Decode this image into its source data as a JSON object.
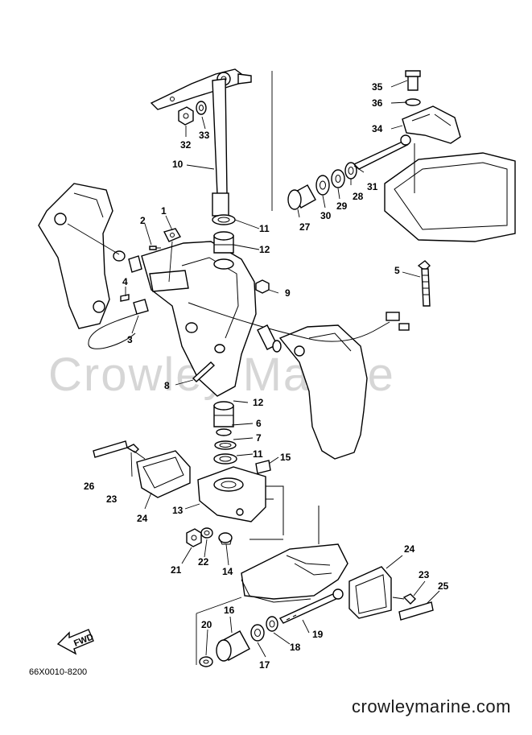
{
  "watermark": "Crowley Marine",
  "footer": {
    "url": "crowleymarine.com"
  },
  "diagram": {
    "id": "66X0010-8200",
    "fwd_label": "FWD",
    "callouts": [
      {
        "key": "c35",
        "label": "35"
      },
      {
        "key": "c36",
        "label": "36"
      },
      {
        "key": "c34",
        "label": "34"
      },
      {
        "key": "c32",
        "label": "32"
      },
      {
        "key": "c33",
        "label": "33"
      },
      {
        "key": "c10",
        "label": "10"
      },
      {
        "key": "c31",
        "label": "31"
      },
      {
        "key": "c28",
        "label": "28"
      },
      {
        "key": "c29",
        "label": "29"
      },
      {
        "key": "c30",
        "label": "30"
      },
      {
        "key": "c27",
        "label": "27"
      },
      {
        "key": "c11a",
        "label": "11"
      },
      {
        "key": "c12a",
        "label": "12"
      },
      {
        "key": "c1",
        "label": "1"
      },
      {
        "key": "c2",
        "label": "2"
      },
      {
        "key": "c5",
        "label": "5"
      },
      {
        "key": "c4",
        "label": "4"
      },
      {
        "key": "c9",
        "label": "9"
      },
      {
        "key": "c3",
        "label": "3"
      },
      {
        "key": "c8",
        "label": "8"
      },
      {
        "key": "c12b",
        "label": "12"
      },
      {
        "key": "c6",
        "label": "6"
      },
      {
        "key": "c7",
        "label": "7"
      },
      {
        "key": "c11b",
        "label": "11"
      },
      {
        "key": "c15",
        "label": "15"
      },
      {
        "key": "c26",
        "label": "26"
      },
      {
        "key": "c23a",
        "label": "23"
      },
      {
        "key": "c24a",
        "label": "24"
      },
      {
        "key": "c13",
        "label": "13"
      },
      {
        "key": "c21",
        "label": "21"
      },
      {
        "key": "c22",
        "label": "22"
      },
      {
        "key": "c14",
        "label": "14"
      },
      {
        "key": "c24b",
        "label": "24"
      },
      {
        "key": "c23b",
        "label": "23"
      },
      {
        "key": "c25",
        "label": "25"
      },
      {
        "key": "c16",
        "label": "16"
      },
      {
        "key": "c19",
        "label": "19"
      },
      {
        "key": "c20",
        "label": "20"
      },
      {
        "key": "c18",
        "label": "18"
      },
      {
        "key": "c17",
        "label": "17"
      }
    ]
  }
}
